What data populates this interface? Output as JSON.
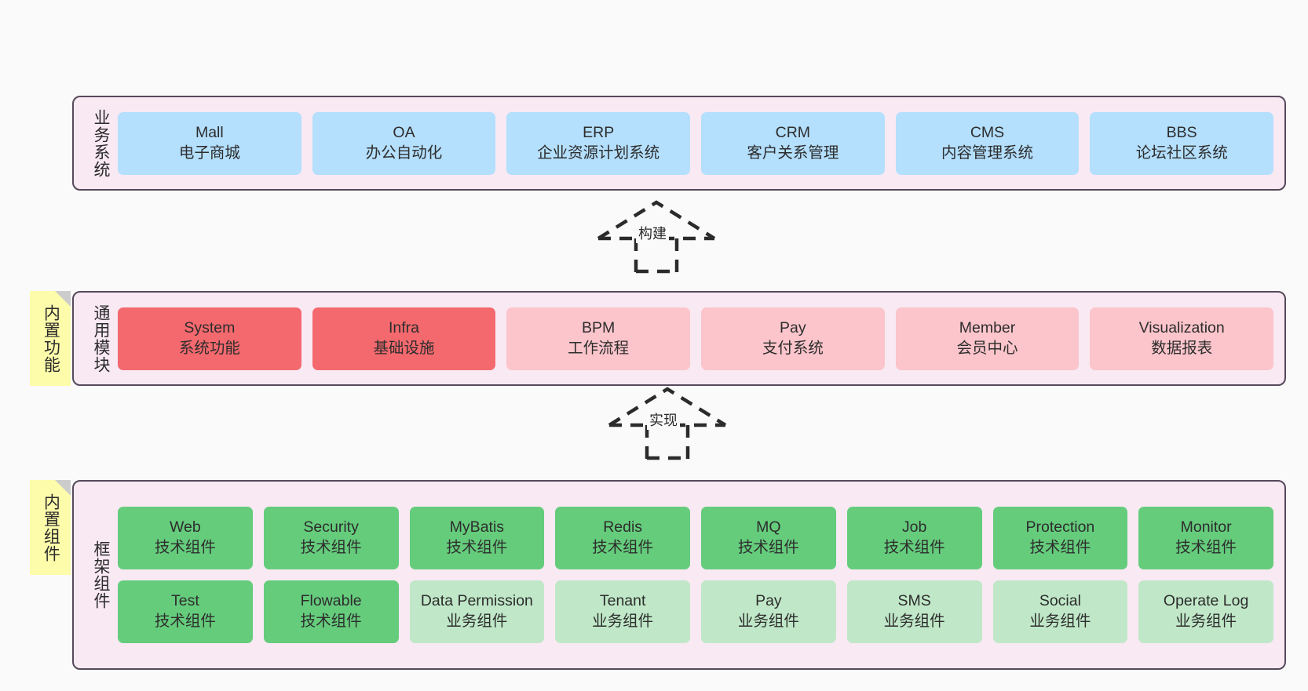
{
  "layers": {
    "business": {
      "label": "业务系统",
      "cards": [
        {
          "name": "Mall",
          "desc": "电子商城"
        },
        {
          "name": "OA",
          "desc": "办公自动化"
        },
        {
          "name": "ERP",
          "desc": "企业资源计划系统"
        },
        {
          "name": "CRM",
          "desc": "客户关系管理"
        },
        {
          "name": "CMS",
          "desc": "内容管理系统"
        },
        {
          "name": "BBS",
          "desc": "论坛社区系统"
        }
      ]
    },
    "common": {
      "label": "通用模块",
      "note": "内置功能",
      "cards": [
        {
          "name": "System",
          "desc": "系统功能"
        },
        {
          "name": "Infra",
          "desc": "基础设施"
        },
        {
          "name": "BPM",
          "desc": "工作流程"
        },
        {
          "name": "Pay",
          "desc": "支付系统"
        },
        {
          "name": "Member",
          "desc": "会员中心"
        },
        {
          "name": "Visualization",
          "desc": "数据报表"
        }
      ]
    },
    "framework": {
      "label": "框架组件",
      "note": "内置组件",
      "row1": [
        {
          "name": "Web",
          "desc": "技术组件"
        },
        {
          "name": "Security",
          "desc": "技术组件"
        },
        {
          "name": "MyBatis",
          "desc": "技术组件"
        },
        {
          "name": "Redis",
          "desc": "技术组件"
        },
        {
          "name": "MQ",
          "desc": "技术组件"
        },
        {
          "name": "Job",
          "desc": "技术组件"
        },
        {
          "name": "Protection",
          "desc": "技术组件"
        },
        {
          "name": "Monitor",
          "desc": "技术组件"
        }
      ],
      "row2": [
        {
          "name": "Test",
          "desc": "技术组件"
        },
        {
          "name": "Flowable",
          "desc": "技术组件"
        },
        {
          "name": "Data Permission",
          "desc": "业务组件"
        },
        {
          "name": "Tenant",
          "desc": "业务组件"
        },
        {
          "name": "Pay",
          "desc": "业务组件"
        },
        {
          "name": "SMS",
          "desc": "业务组件"
        },
        {
          "name": "Social",
          "desc": "业务组件"
        },
        {
          "name": "Operate Log",
          "desc": "业务组件"
        }
      ]
    }
  },
  "arrows": {
    "build": "构建",
    "implement": "实现"
  },
  "colors": {
    "layer_background": "#f8e9f3",
    "layer_border": "#55495a",
    "business_card": "#b4dffd",
    "common_primary": "#f4696e",
    "common_secondary": "#fbc5cb",
    "framework_tech": "#65cc7c",
    "framework_biz": "#c0e8c8",
    "note": "#fdfcab",
    "note_fold": "#cccccc",
    "canvas": "#fafafa"
  }
}
